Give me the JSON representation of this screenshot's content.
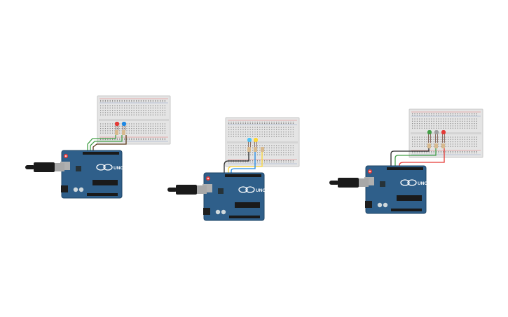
{
  "circuits": [
    {
      "id": "circuit-1",
      "board_label": "UNO",
      "leds": [
        {
          "color": "#e53935"
        },
        {
          "color": "#1e88e5"
        }
      ],
      "wire_colors": [
        "#43a047",
        "#43a047",
        "#5a3a1a"
      ]
    },
    {
      "id": "circuit-2",
      "board_label": "UNO",
      "leds": [
        {
          "color": "#4fc3f7"
        },
        {
          "color": "#fdd835"
        }
      ],
      "wire_colors": [
        "#2b2b2b",
        "#fdd835",
        "#1e88e5"
      ]
    },
    {
      "id": "circuit-3",
      "board_label": "UNO",
      "leds": [
        {
          "color": "#43a047"
        },
        {
          "color": "#9e9e9e"
        },
        {
          "color": "#e53935"
        }
      ],
      "wire_colors": [
        "#2b2b2b",
        "#43a047",
        "#e53935"
      ]
    }
  ],
  "colors": {
    "board_blue": "#2f5f8a",
    "board_dark": "#1f4466",
    "breadboard": "#e4e4e4",
    "rail_red": "#e57373",
    "rail_blue": "#90a4c8",
    "usb_cable": "#1a1a1a",
    "usb_plug": "#a8a8a8"
  }
}
